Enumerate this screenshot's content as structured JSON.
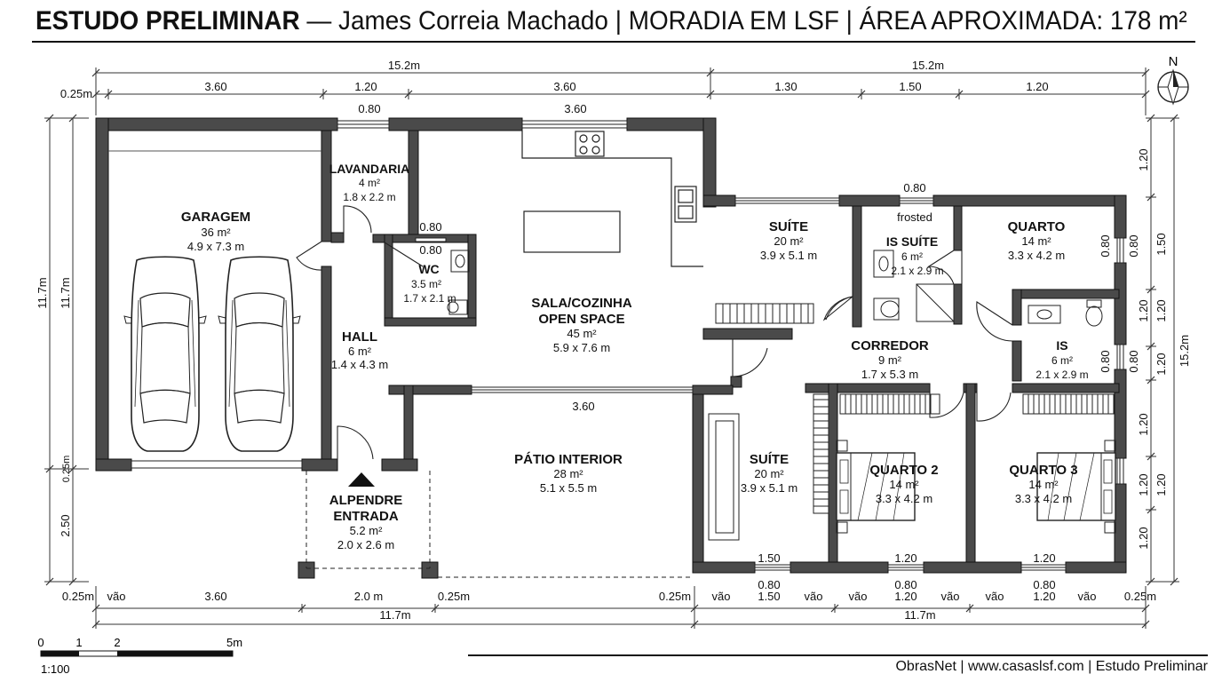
{
  "title": {
    "bold": "ESTUDO PRELIMINAR",
    "rest": " — James Correia Machado | MORADIA EM LSF | ÁREA APROXIMADA: 178 m²"
  },
  "footer": "ObrasNet | www.casaslsf.com | Estudo Preliminar",
  "north": "N",
  "scale": {
    "ticks": [
      "0",
      "1",
      "2",
      "5m"
    ],
    "ratio": "1:100"
  },
  "rooms": {
    "garagem": {
      "name": "GARAGEM",
      "area": "36 m²",
      "dims": "4.9 x 7.3 m"
    },
    "lavandaria": {
      "name": "LAVANDARIA",
      "area": "4 m²",
      "dims": "1.8 x 2.2 m"
    },
    "wc": {
      "name": "WC",
      "area": "3.5 m²",
      "dims": "1.7 x 2.1 m"
    },
    "hall": {
      "name": "HALL",
      "area": "6 m²",
      "dims": "1.4 x 4.3 m"
    },
    "sala": {
      "name": "SALA/COZINHA",
      "name2": "OPEN SPACE",
      "area": "45 m²",
      "dims": "5.9 x 7.6 m"
    },
    "suite1": {
      "name": "SUÍTE",
      "area": "20 m²",
      "dims": "3.9 x 5.1 m"
    },
    "issuite": {
      "name": "IS SUÍTE",
      "area": "6 m²",
      "dims": "2.1 x 2.9 m",
      "note": "frosted"
    },
    "quarto": {
      "name": "QUARTO",
      "area": "14 m²",
      "dims": "3.3 x 4.2 m"
    },
    "is": {
      "name": "IS",
      "area": "6 m²",
      "dims": "2.1 x 2.9 m"
    },
    "corredor": {
      "name": "CORREDOR",
      "area": "9 m²",
      "dims": "1.7 x 5.3 m"
    },
    "patio": {
      "name": "PÁTIO INTERIOR",
      "area": "28 m²",
      "dims": "5.1 x 5.5 m"
    },
    "suite2": {
      "name": "SUÍTE",
      "area": "20 m²",
      "dims": "3.9 x 5.1 m"
    },
    "quarto2": {
      "name": "QUARTO 2",
      "area": "14 m²",
      "dims": "3.3 x 4.2 m"
    },
    "quarto3": {
      "name": "QUARTO 3",
      "area": "14 m²",
      "dims": "3.3 x 4.2 m"
    },
    "alpendre": {
      "name": "ALPENDRE",
      "name2": "ENTRADA",
      "area": "5.2 m²",
      "dims": "2.0 x 2.6 m"
    }
  },
  "dims": {
    "top_total_left": "15.2m",
    "top_total_right": "15.2m",
    "top_025": "0.25m",
    "top_360a": "3.60",
    "top_120a": "1.20",
    "top_360b": "3.60",
    "top_130": "1.30",
    "top_150": "1.50",
    "top_120b": "1.20",
    "win_lav": "0.80",
    "win_sala": "3.60",
    "win_wc": "0.80",
    "win_wc2": "0.80",
    "win_issuite": "0.80",
    "win_patio": "3.60",
    "win_quarto_r": "0.80",
    "win_is_r": "0.80",
    "left_117a": "11.7m",
    "left_117b": "11.7m",
    "left_025": "0.25m",
    "left_250": "2.50",
    "right_120a": "1.20",
    "right_150": "1.50",
    "right_120b": "1.20",
    "right_120c": "1.20",
    "right_120d": "1.20",
    "right_120e": "1.20",
    "right_120f": "1.20",
    "right_152": "15.2m",
    "bot_025a": "0.25m",
    "bot_vao": "vão",
    "bot_360": "3.60",
    "bot_20": "2.0 m",
    "bot_025b": "0.25m",
    "bot_025c": "0.25m",
    "bot_150": "1.50",
    "bot_120a": "1.20",
    "bot_120b": "1.20",
    "bot_025d": "0.25m",
    "bot_080": "0.80",
    "bot_117a": "11.7m",
    "bot_117b": "11.7m",
    "in_150": "1.50",
    "in_120a": "1.20",
    "in_120b": "1.20"
  }
}
